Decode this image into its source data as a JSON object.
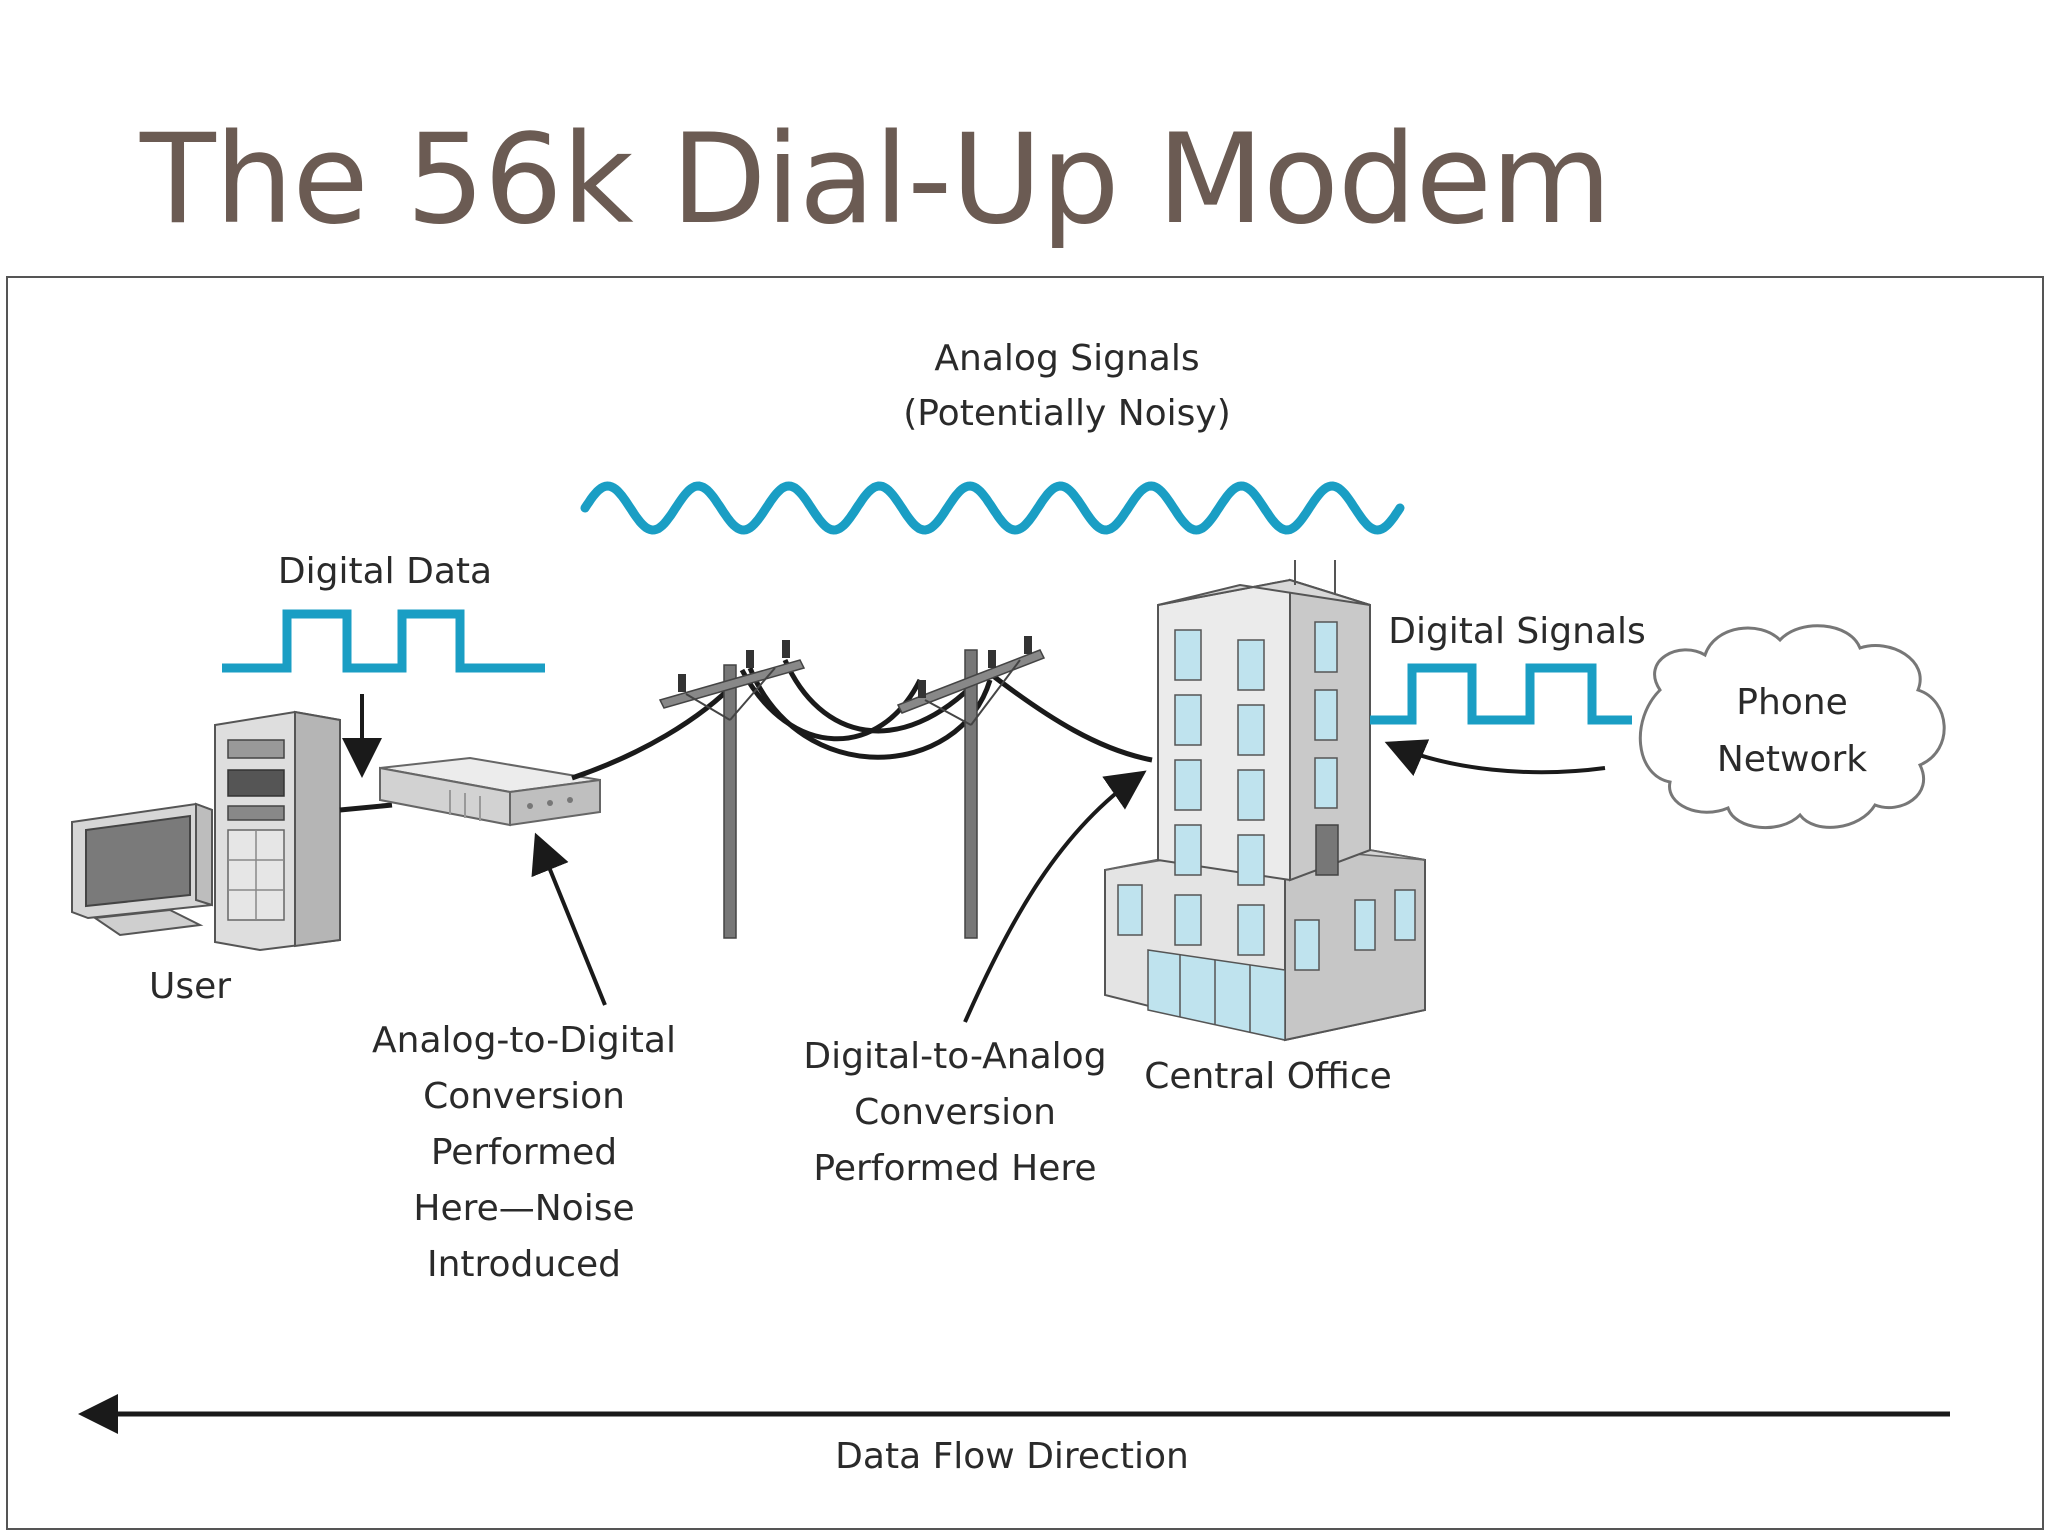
{
  "slide": {
    "title": "The 56k Dial-Up Modem"
  },
  "diagram": {
    "analog_label_line1": "Analog Signals",
    "analog_label_line2": "(Potentially Noisy)",
    "digital_data_label": "Digital Data",
    "digital_signals_label": "Digital Signals",
    "cloud_line1": "Phone",
    "cloud_line2": "Network",
    "user_label": "User",
    "adc_line1": "Analog-to-Digital",
    "adc_line2": "Conversion",
    "adc_line3": "Performed",
    "adc_line4": "Here—Noise",
    "adc_line5": "Introduced",
    "dac_line1": "Digital-to-Analog",
    "dac_line2": "Conversion",
    "dac_line3": "Performed Here",
    "central_office_label": "Central Office",
    "flow_label": "Data Flow Direction",
    "signal_color": "#1a9ec4",
    "icons": [
      "computer-icon",
      "modem-icon",
      "telephone-pole-icon",
      "building-icon",
      "cloud-icon"
    ]
  }
}
